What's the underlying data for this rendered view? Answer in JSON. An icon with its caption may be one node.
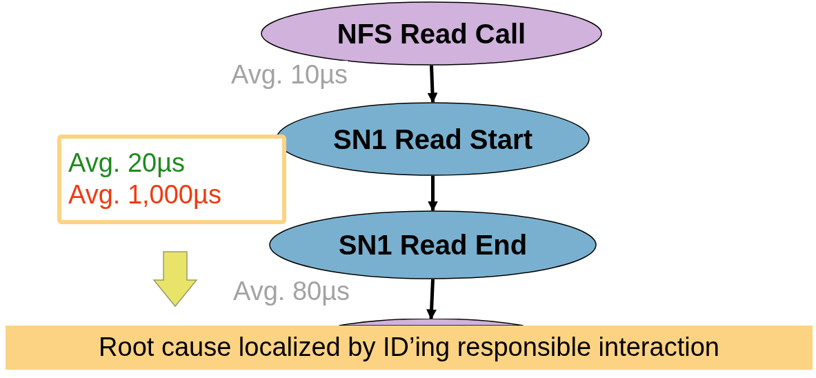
{
  "diagram": {
    "nodes": [
      {
        "text": [
          "NFS Read  Call"
        ]
      },
      {
        "text": [
          "SN1 Read Start"
        ]
      },
      {
        "text": [
          "Avg. 20µs",
          "Avg. 1,000µs"
        ]
      },
      {
        "text": [
          "SN1 Read End"
        ]
      },
      {
        "text": [],
        "shape": "ellipse"
      },
      {
        "text": [
          "Root cause localized by ID’ing responsible interaction"
        ]
      }
    ],
    "edges": [
      {
        "from": 0,
        "to": 1,
        "arrow": "to",
        "label": "Avg. 10µs"
      },
      {
        "from": 1,
        "to": 3,
        "arrow": "to"
      },
      {
        "from": 3,
        "to": 4,
        "arrow": "to",
        "label": "Avg. 80µs"
      },
      {
        "from": 2,
        "to": 5,
        "arrow": "to",
        "style": "thick",
        "color": "#e8e46a"
      }
    ]
  }
}
